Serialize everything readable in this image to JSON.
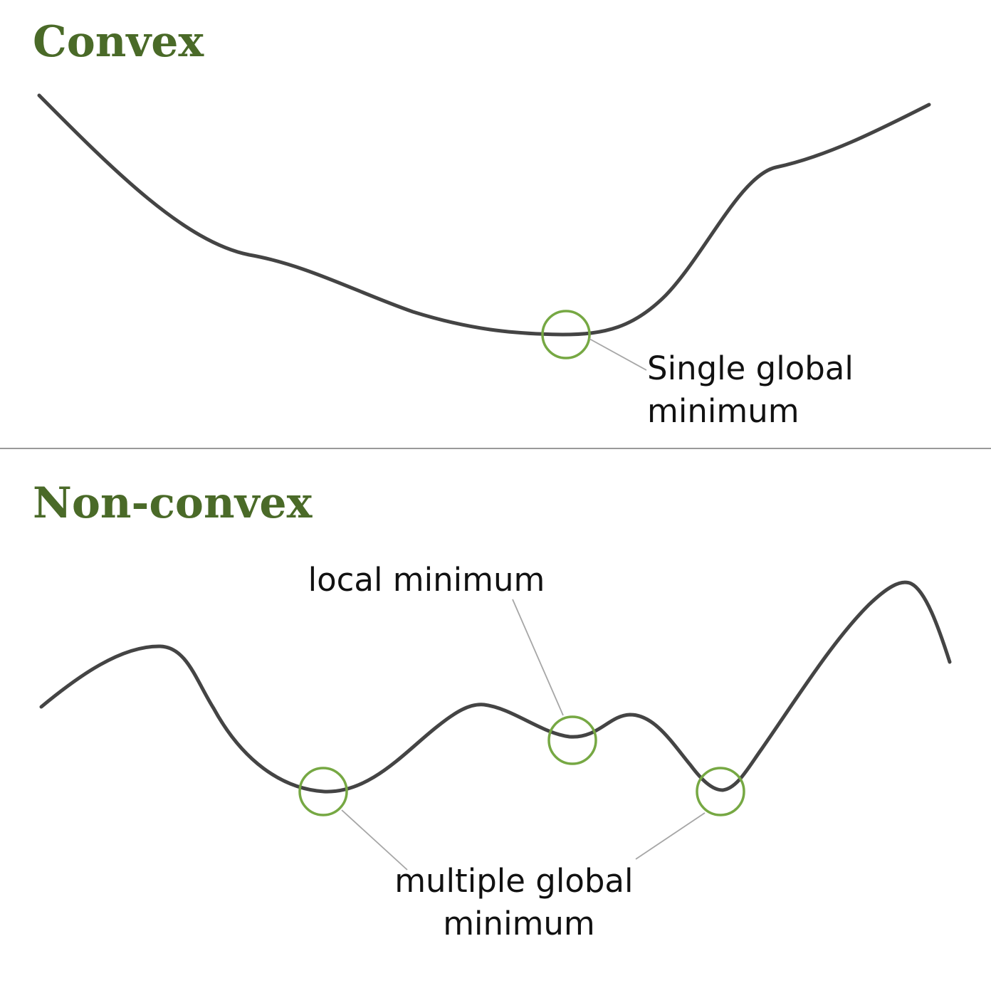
{
  "colors": {
    "title": "#4a6a28",
    "marker": "#76a843",
    "curve": "#444444",
    "leader": "#a6a6a6",
    "divider": "#9a9a9a"
  },
  "convex": {
    "title": "Convex",
    "annotation": [
      "Single global",
      "minimum"
    ]
  },
  "non_convex": {
    "title": "Non-convex",
    "local_annotation": "local minimum",
    "global_annotation": [
      "multiple global",
      "minimum"
    ]
  }
}
